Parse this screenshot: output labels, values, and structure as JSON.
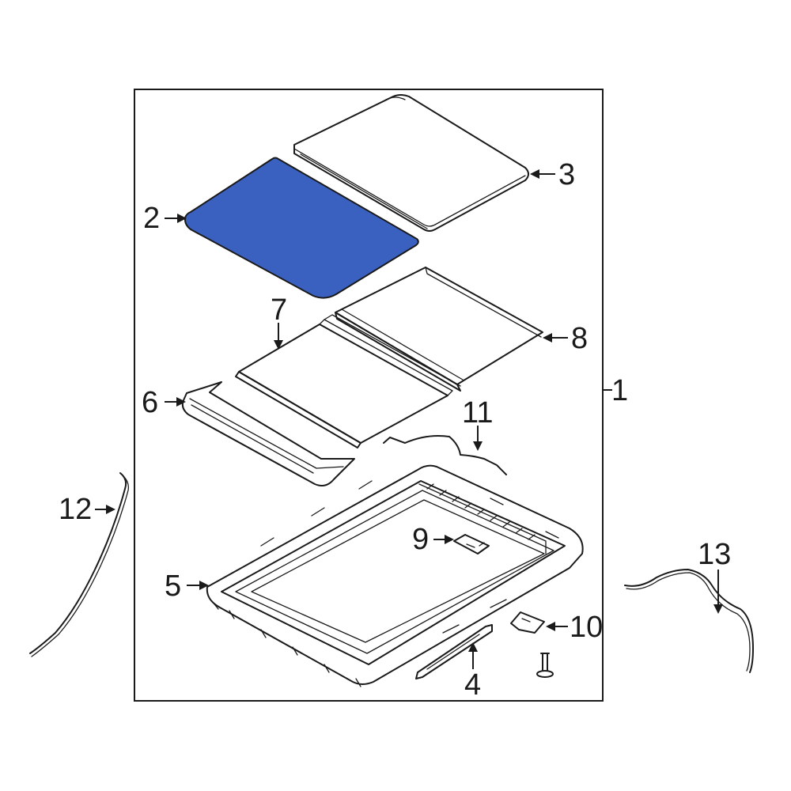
{
  "highlight_color": "#3a60c0",
  "line_color": "#1a1a1a",
  "callouts": {
    "c1": "1",
    "c2": "2",
    "c3": "3",
    "c4": "4",
    "c5": "5",
    "c6": "6",
    "c7": "7",
    "c8": "8",
    "c9": "9",
    "c10": "10",
    "c11": "11",
    "c12": "12",
    "c13": "13"
  }
}
